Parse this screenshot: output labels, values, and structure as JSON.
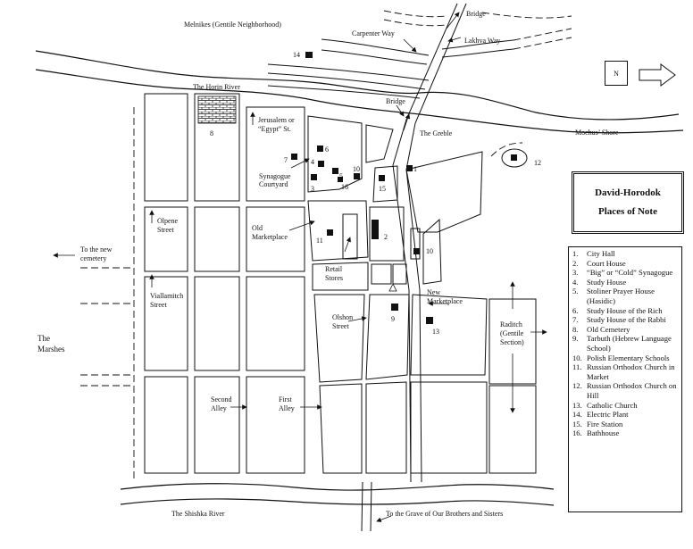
{
  "title": {
    "line1": "David-Horodok",
    "line2": "Places of Note"
  },
  "north_label": "N",
  "legend": [
    {
      "n": "1.",
      "label": "City Hall"
    },
    {
      "n": "2.",
      "label": "Court House"
    },
    {
      "n": "3.",
      "label": "“Big” or “Cold” Synagogue"
    },
    {
      "n": "4.",
      "label": "Study House"
    },
    {
      "n": "5.",
      "label": "Stoliner Prayer House (Hasidic)"
    },
    {
      "n": "6.",
      "label": "Study House of the Rich"
    },
    {
      "n": "7.",
      "label": "Study House of the Rabbi"
    },
    {
      "n": "8.",
      "label": "Old Cemetery"
    },
    {
      "n": "9.",
      "label": "Tarbuth (Hebrew Language School)"
    },
    {
      "n": "10.",
      "label": "Polish Elementary Schools"
    },
    {
      "n": "11.",
      "label": "Russian Orthodox Church in Market"
    },
    {
      "n": "12.",
      "label": "Russian Orthodox Church on Hill"
    },
    {
      "n": "13.",
      "label": "Catholic Church"
    },
    {
      "n": "14.",
      "label": "Electric Plant"
    },
    {
      "n": "15.",
      "label": "Fire Station"
    },
    {
      "n": "16.",
      "label": "Bathhouse"
    }
  ],
  "labels": {
    "melnikes": "Melnikes (Gentile Neighborhood)",
    "bridge_top": "Bridge",
    "carpenter_way": "Carpenter Way",
    "lakhva_way": "Lakhva Way",
    "horin_river": "The Horin River",
    "bridge_mid": "Bridge",
    "jerusalem_1": "Jerusalem or",
    "jerusalem_2": "“Egypt” St.",
    "greble": "The Greble",
    "mochus_shore": "Mochus’ Shore",
    "synagogue_1": "Synagogue",
    "synagogue_2": "Courtyard",
    "olpene_1": "Olpene",
    "olpene_2": "Street",
    "old_market_1": "Old",
    "old_market_2": "Marketplace",
    "new_cemetery_1": "To the new",
    "new_cemetery_2": "cemetery",
    "retail_1": "Retail",
    "retail_2": "Stores",
    "viallamitch_1": "Viallamitch",
    "viallamitch_2": "Street",
    "new_market_1": "New",
    "new_market_2": "Marketplace",
    "olshon_1": "Olshon",
    "olshon_2": "Street",
    "raditch_1": "Raditch",
    "raditch_2": "(Gentile",
    "raditch_3": "Section)",
    "marshes_1": "The",
    "marshes_2": "Marshes",
    "second_alley_1": "Second",
    "second_alley_2": "Alley",
    "first_alley_1": "First",
    "first_alley_2": "Alley",
    "shishka_river": "The Shishka River",
    "grave": "To the Grave of Our Brothers and Sisters"
  },
  "markers": {
    "m1": "1",
    "m2": "2",
    "m3": "3",
    "m4": "4",
    "m5": "5",
    "m6": "6",
    "m7": "7",
    "m8": "8",
    "m9": "9",
    "m10a": "10",
    "m10b": "10",
    "m11": "11",
    "m12": "12",
    "m13": "13",
    "m14": "14",
    "m15": "15",
    "m16": "16"
  }
}
